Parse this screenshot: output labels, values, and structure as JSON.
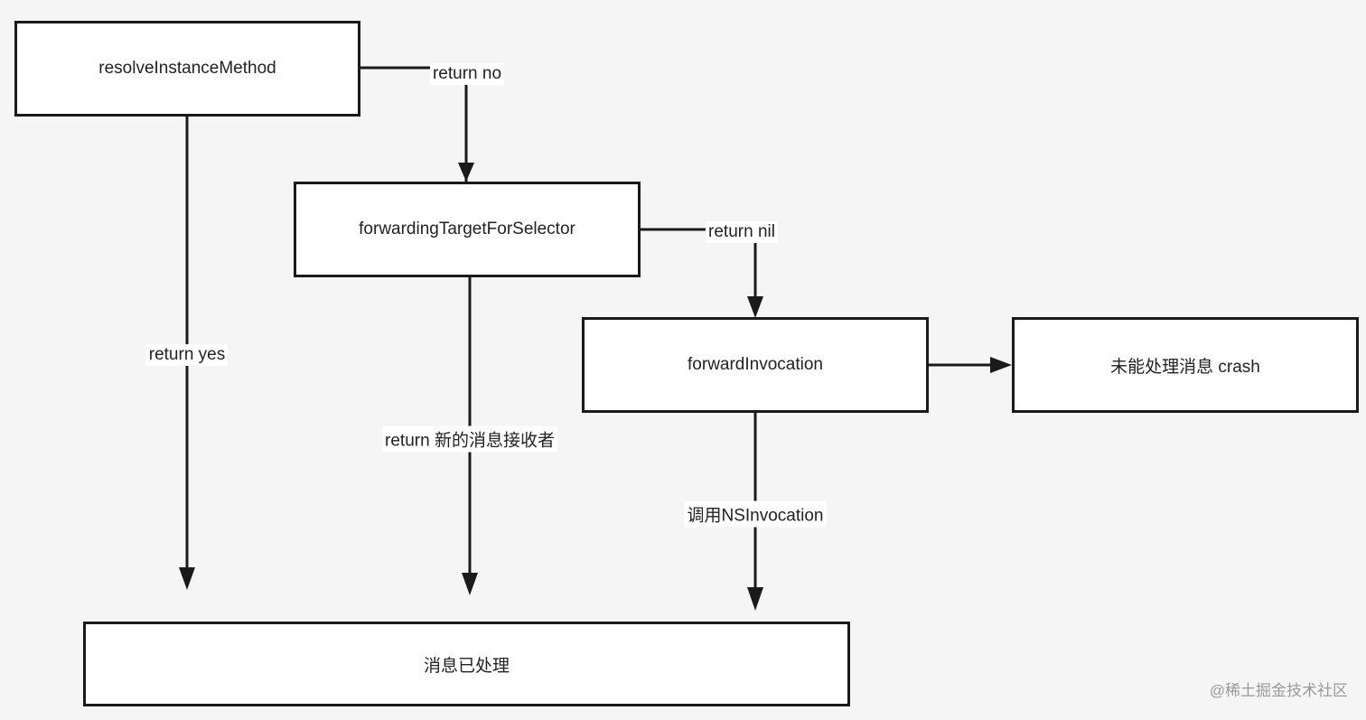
{
  "nodes": {
    "resolve": "resolveInstanceMethod",
    "forwarding_target": "forwardingTargetForSelector",
    "forward_invocation": "forwardInvocation",
    "crash": "未能处理消息 crash",
    "handled": "消息已处理"
  },
  "edges": {
    "return_no": "return no",
    "return_yes": "return yes",
    "return_nil": "return nil",
    "return_new_receiver": "return 新的消息接收者",
    "call_invocation": "调用NSInvocation"
  },
  "watermark": "@稀土掘金技术社区",
  "colors": {
    "background": "#f5f5f5",
    "box_fill": "#ffffff",
    "stroke": "#1a1a1a",
    "text": "#222222",
    "watermark": "#9a9a9a"
  }
}
